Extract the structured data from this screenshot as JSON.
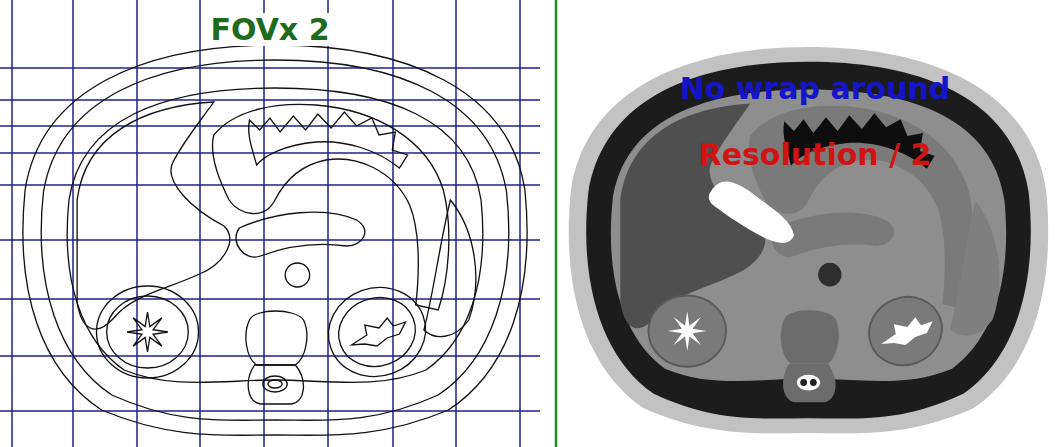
{
  "diagram": {
    "labels": [
      "FOVx 2",
      "No wrap around",
      "Resolution / 2"
    ]
  }
}
